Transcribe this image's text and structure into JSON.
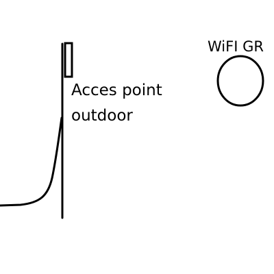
{
  "access_point": {
    "label_line1": "Acces point",
    "label_line2": "outdoor"
  },
  "wifi_group": {
    "label": "WiFI GR"
  },
  "colors": {
    "stroke": "#000000",
    "background": "#ffffff"
  }
}
